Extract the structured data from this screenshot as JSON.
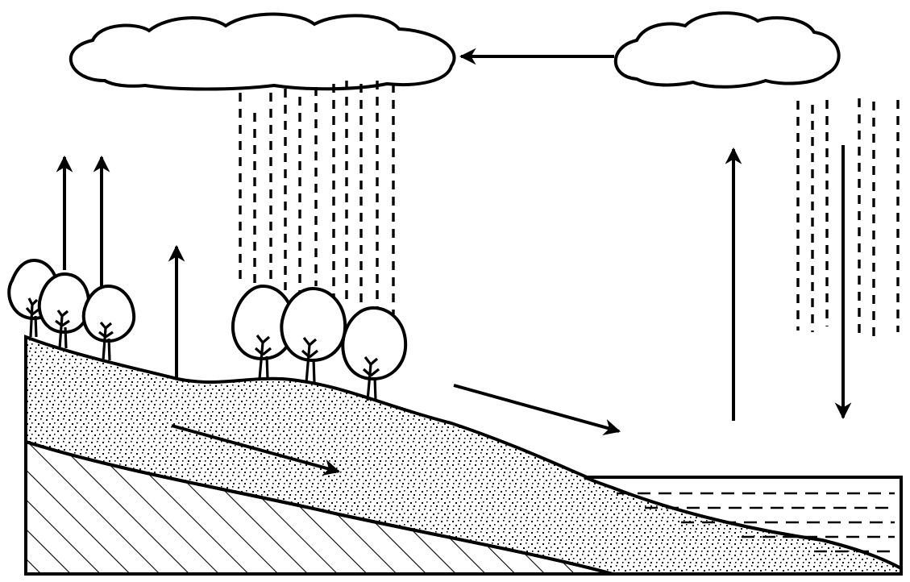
{
  "diagram": {
    "labels": [],
    "colors": {
      "ink": "#000000",
      "background": "#ffffff"
    },
    "elements": {
      "clouds": [
        "large-cloud",
        "small-cloud"
      ],
      "precipitation": [
        "rain-over-land",
        "rain-over-sea"
      ],
      "arrows": [
        "advection-arrow",
        "transpiration-arrow-1",
        "transpiration-arrow-2",
        "evaporation-arrow-land",
        "surface-runoff-arrow",
        "groundwater-flow-arrow",
        "sea-evaporation-arrow",
        "sea-precipitation-arrow"
      ],
      "trees": 6,
      "layers": [
        "soil-layer",
        "bedrock-layer",
        "sea-water"
      ]
    }
  }
}
